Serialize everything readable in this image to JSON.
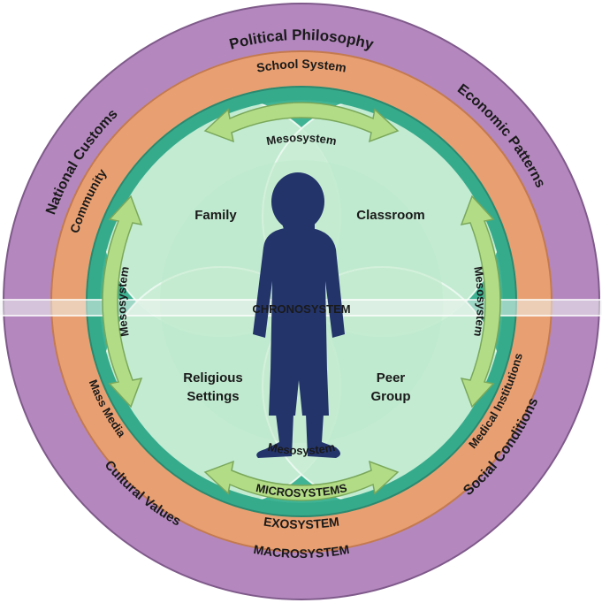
{
  "colors": {
    "macro": "#b488bf",
    "macro_edge": "#7f5a8a",
    "exo": "#e8a072",
    "exo_edge": "#c47a4f",
    "micro": "#36ab8c",
    "inner": "#c6ecd2",
    "arrow": "#b3dc86",
    "arrow_edge": "#7aa85a",
    "child": "#23346b",
    "band": "#eef4f0"
  },
  "macrosystem": {
    "label": "MACROSYSTEM",
    "political_philosophy": "Political Philosophy",
    "economic_patterns": "Economic Patterns",
    "social_conditions": "Social Conditions",
    "cultural_values": "Cultural Values",
    "national_customs": "National Customs"
  },
  "exosystem": {
    "label": "EXOSYSTEM",
    "school_system": "School System",
    "medical_institutions": "Medical Institutions",
    "mass_media": "Mass Media",
    "community": "Community"
  },
  "microsystems": {
    "label": "MICROSYSTEMS",
    "family": "Family",
    "classroom": "Classroom",
    "religious_line1": "Religious",
    "religious_line2": "Settings",
    "peer_line1": "Peer",
    "peer_line2": "Group"
  },
  "mesosystem": {
    "top": "Mesosystem",
    "bottom": "Mesosystem",
    "left": "Mesosystem",
    "right": "Mesosystem"
  },
  "chronosystem": {
    "label": "CHRONOSYSTEM"
  },
  "child_icon": "child-silhouette"
}
